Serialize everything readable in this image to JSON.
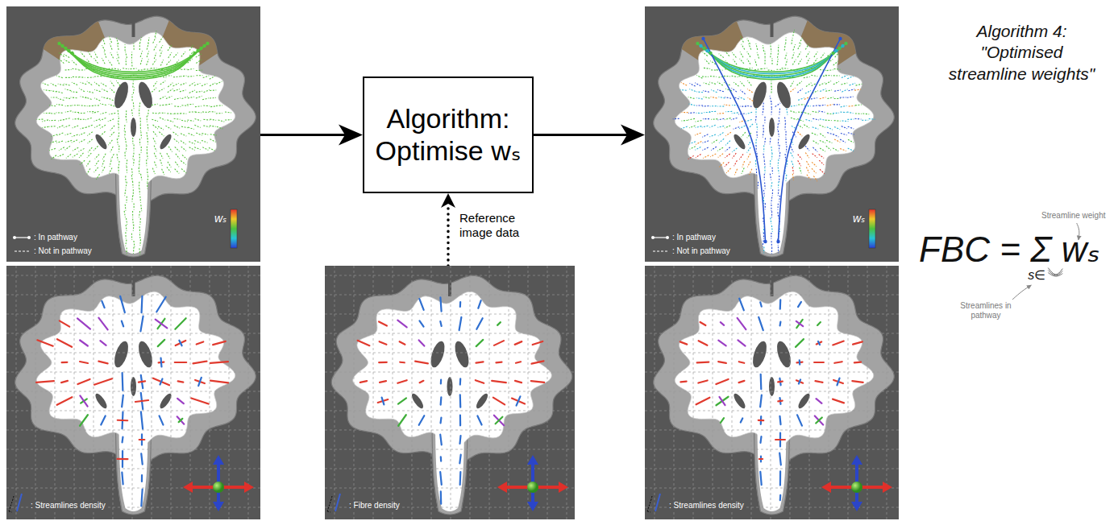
{
  "diagram": {
    "title": "Algorithm 4: \"Optimised streamline weights\"",
    "nodes": [
      {
        "text": [
          ": In pathway",
          ": Not in pathway",
          "wₛ"
        ]
      },
      {
        "text": [
          ": Streamlines density"
        ]
      },
      {
        "text": [
          "Algorithm: Optimise wₛ"
        ]
      },
      {
        "text": [
          ": Fibre density"
        ]
      },
      {
        "text": [
          ": In pathway",
          ": Not in pathway",
          "wₛ"
        ]
      },
      {
        "text": [
          ": Streamlines density"
        ]
      }
    ],
    "edges": [
      {
        "from": 0,
        "to": 2,
        "arrow": "to"
      },
      {
        "from": 2,
        "to": 4,
        "arrow": "to"
      },
      {
        "from": 3,
        "to": 2,
        "arrow": "to",
        "label": "Reference image data"
      }
    ],
    "labels": [
      "FBC = Σ wₛ",
      "s∈",
      "Streamline weight",
      "Streamlines in pathway"
    ]
  }
}
